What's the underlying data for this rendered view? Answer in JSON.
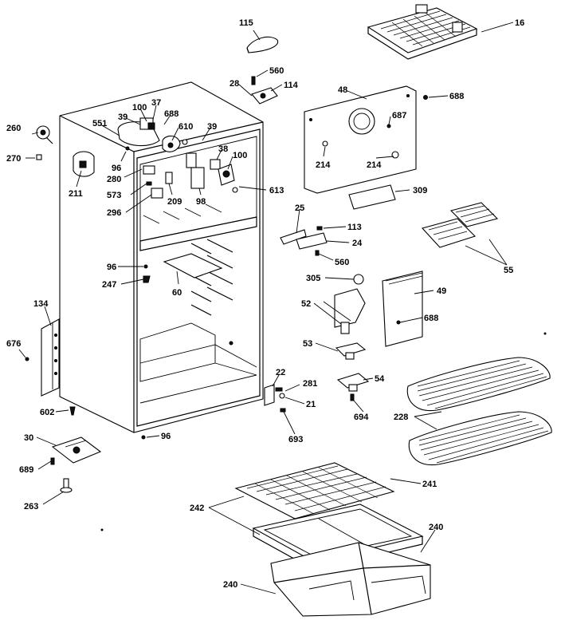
{
  "callouts": {
    "c115": "115",
    "c16": "16",
    "c560a": "560",
    "c28": "28",
    "c114": "114",
    "c48": "48",
    "c688a": "688",
    "c687": "687",
    "c39a": "39",
    "c100a": "100",
    "c37": "37",
    "c688b": "688",
    "c551": "551",
    "c610": "610",
    "c39b": "39",
    "c260": "260",
    "c270": "270",
    "c96a": "96",
    "c280": "280",
    "c38": "38",
    "c100b": "100",
    "c214a": "214",
    "c214b": "214",
    "c211": "211",
    "c573": "573",
    "c209": "209",
    "c98": "98",
    "c613": "613",
    "c296": "296",
    "c309": "309",
    "c25": "25",
    "c113": "113",
    "c24": "24",
    "c55": "55",
    "c560b": "560",
    "c96b": "96",
    "c247": "247",
    "c60": "60",
    "c305": "305",
    "c49": "49",
    "c52": "52",
    "c134": "134",
    "c688c": "688",
    "c676": "676",
    "c53": "53",
    "c22": "22",
    "c54": "54",
    "c281": "281",
    "c21": "21",
    "c602": "602",
    "c694": "694",
    "c228": "228",
    "c96c": "96",
    "c693": "693",
    "c30": "30",
    "c689": "689",
    "c241": "241",
    "c263": "263",
    "c242": "242",
    "c240a": "240",
    "c240b": "240"
  }
}
